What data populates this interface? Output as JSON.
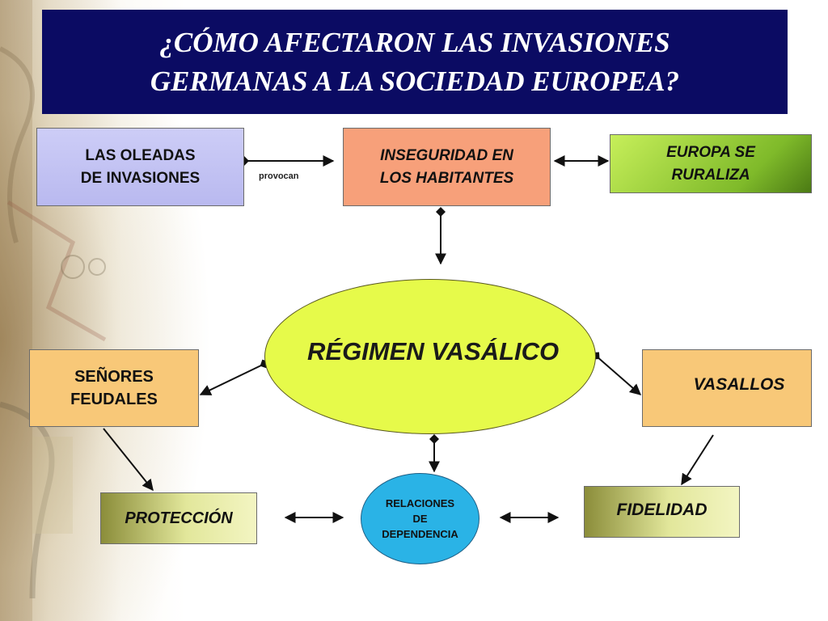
{
  "title": {
    "line1": "¿CÓMO AFECTARON LAS INVASIONES",
    "line2": "GERMANAS A LA SOCIEDAD  EUROPEA?"
  },
  "nodes": {
    "oleadas": {
      "line1": "LAS OLEADAS",
      "line2": "DE INVASIONES"
    },
    "inseguridad": {
      "line1": "INSEGURIDAD EN",
      "line2": "LOS HABITANTES"
    },
    "europa": {
      "line1": "EUROPA SE",
      "line2": "RURALIZA"
    },
    "regimen": "RÉGIMEN VASÁLICO",
    "senores": {
      "line1": "SEÑORES",
      "line2": "FEUDALES"
    },
    "vasallos": "VASALLOS",
    "proteccion": "PROTECCIÓN",
    "fidelidad": "FIDELIDAD",
    "relaciones": {
      "line1": "RELACIONES",
      "line2": "DE",
      "line3": "DEPENDENCIA"
    }
  },
  "edge_labels": {
    "provocan": "provocan"
  },
  "colors": {
    "title_bg": "#0b0b63",
    "oleadas": "#c4c4f4",
    "inseguridad": "#f7a07a",
    "europa": "#9ad13a",
    "regimen": "#e6fa4a",
    "senores_vasallos": "#f8c878",
    "proteccion_fidelidad": "#e2e79b",
    "relaciones": "#2ab3e6"
  }
}
